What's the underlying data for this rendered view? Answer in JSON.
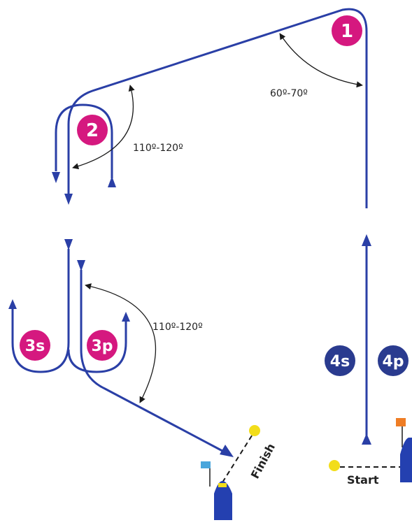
{
  "colors": {
    "course_line": "#2a3fa6",
    "pink_mark": "#d5187f",
    "blue_mark": "#2a3b8f",
    "angle_arrow": "#1a1a1a",
    "flag_blue": "#4aa6dc",
    "flag_orange": "#ef7d25",
    "buoy_yellow": "#f2dd1a",
    "boat_blue": "#2440b0",
    "boat_yellow": "#f2dd1a"
  },
  "marks": {
    "mark_1": "1",
    "mark_2": "2",
    "mark_3s": "3s",
    "mark_3p": "3p",
    "mark_4s": "4s",
    "mark_4p": "4p"
  },
  "angles": {
    "angle_mark1": "60º-70º",
    "angle_mark2": "110º-120º",
    "angle_mark3": "110º-120º"
  },
  "lines": {
    "finish": "Finish",
    "start": "Start"
  }
}
